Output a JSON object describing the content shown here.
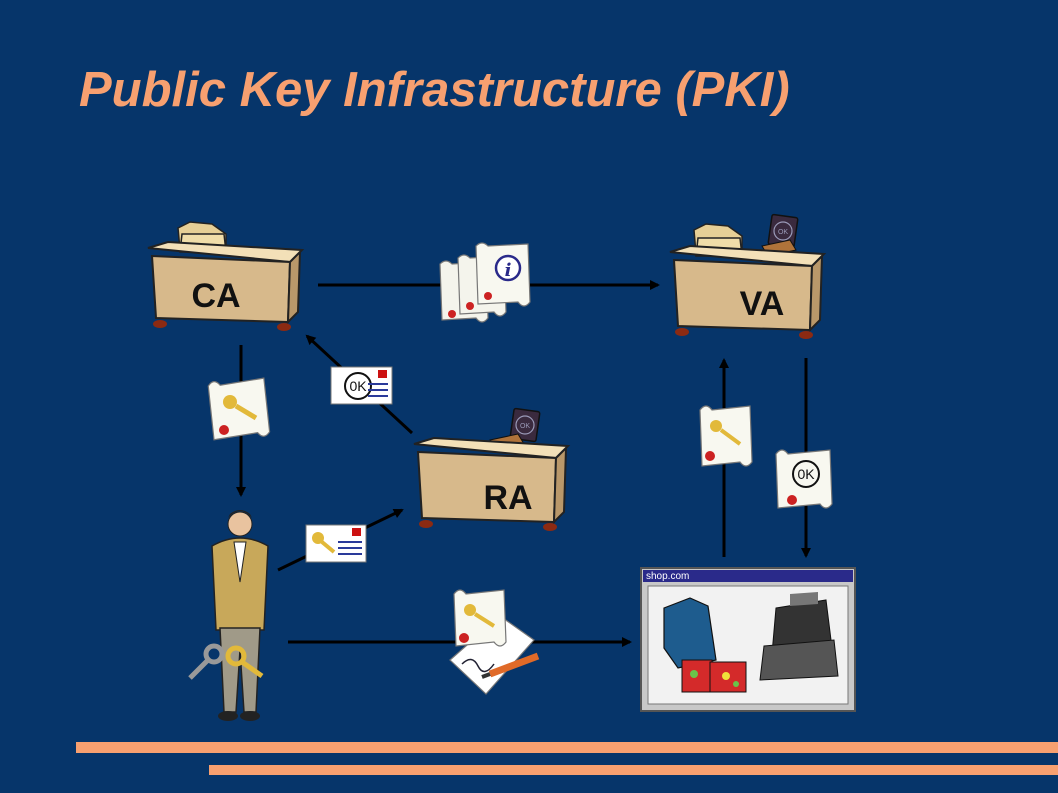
{
  "slide": {
    "title": "Public Key Infrastructure (PKI)"
  },
  "colors": {
    "background": "#06356a",
    "accent": "#f7a070",
    "desk": "#e0c59a",
    "arrow": "#000000"
  },
  "nodes": {
    "ca": {
      "label": "CA"
    },
    "va": {
      "label": "VA"
    },
    "ra": {
      "label": "RA"
    },
    "shop": {
      "url": "shop.com"
    }
  },
  "stamps": {
    "ra_stamp": "OK",
    "va_stamp": "OK",
    "ok_card": "0K",
    "ok_scroll": "0K"
  },
  "icons": [
    "folder-icon",
    "stamp-icon",
    "certificate-icon",
    "info-icon",
    "key-icon",
    "id-card-icon",
    "user-icon",
    "keys-icon",
    "pencil-icon",
    "shirt-icon",
    "cash-register-icon"
  ]
}
